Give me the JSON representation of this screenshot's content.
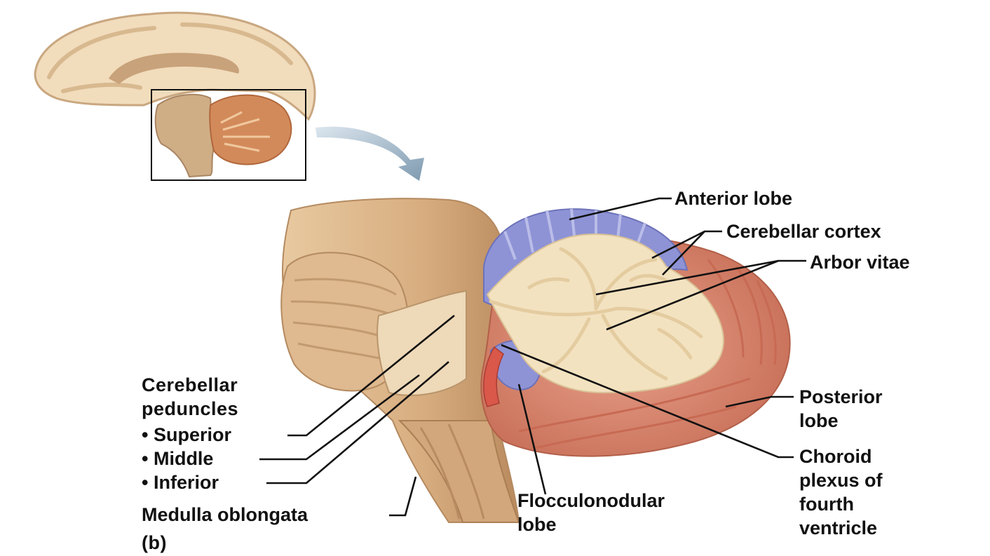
{
  "labels": {
    "anterior_lobe": "Anterior lobe",
    "cerebellar_cortex": "Cerebellar cortex",
    "arbor_vitae": "Arbor vitae",
    "cerebellar_peduncles_1": "Cerebellar",
    "cerebellar_peduncles_2": "peduncles",
    "superior": "• Superior",
    "middle": "• Middle",
    "inferior": "• Inferior",
    "medulla_oblongata": "Medulla oblongata",
    "panel": "(b)",
    "posterior_lobe_1": "Posterior",
    "posterior_lobe_2": "lobe",
    "choroid_1": "Choroid",
    "choroid_2": "plexus of",
    "choroid_3": "fourth",
    "choroid_4": "ventricle",
    "flocculonodular_1": "Flocculonodular",
    "flocculonodular_2": "lobe"
  },
  "colors": {
    "cortex_blue": "#8e93d6",
    "posterior_red": "#d9826d",
    "arbor": "#f3e2c0",
    "brainstem": "#d9b48a",
    "cerebrum": "#f1dcbc",
    "line": "#111111"
  }
}
